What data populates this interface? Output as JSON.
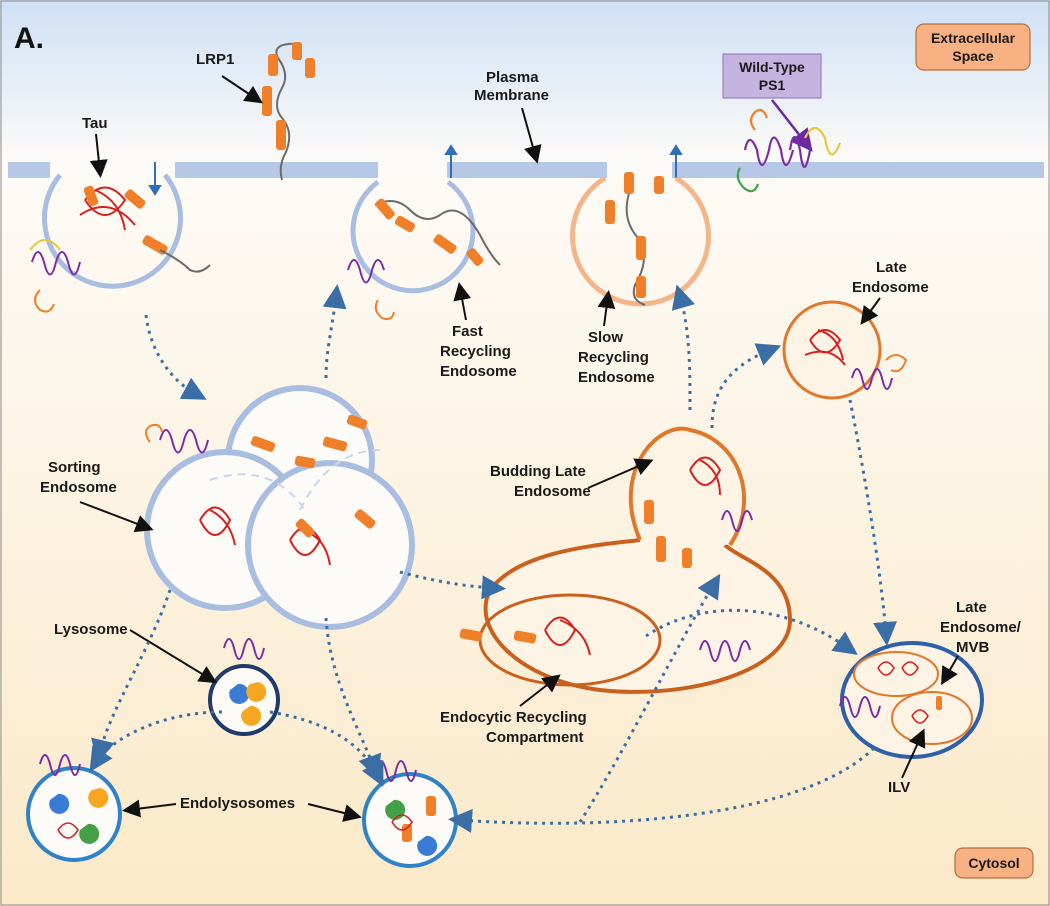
{
  "panel_label": "A.",
  "regions": {
    "extracellular": {
      "line1": "Extracellular",
      "line2": "Space"
    },
    "cytosol": "Cytosol"
  },
  "labels": {
    "lrp1": "LRP1",
    "tau": "Tau",
    "plasma_membrane": {
      "line1": "Plasma",
      "line2": "Membrane"
    },
    "wild_type_ps1": {
      "line1": "Wild-Type",
      "line2": "PS1"
    },
    "fast_recycling": {
      "line1": "Fast",
      "line2": "Recycling",
      "line3": "Endosome"
    },
    "slow_recycling": {
      "line1": "Slow",
      "line2": "Recycling",
      "line3": "Endosome"
    },
    "late_endosome": {
      "line1": "Late",
      "line2": "Endosome"
    },
    "sorting_endosome": {
      "line1": "Sorting",
      "line2": "Endosome"
    },
    "budding_late_endosome": {
      "line1": "Budding Late",
      "line2": "Endosome"
    },
    "late_endosome_mvb": {
      "line1": "Late",
      "line2": "Endosome/",
      "line3": "MVB"
    },
    "lysosome": "Lysosome",
    "endocytic_recycling": {
      "line1": "Endocytic Recycling",
      "line2": "Compartment"
    },
    "endolysosomes": "Endolysosomes",
    "ilv": "ILV"
  },
  "colors": {
    "membrane": "#b7c8e6",
    "early_vesicle": "#a9bde0",
    "slow_vesicle": "#f3b68a",
    "late_vesicle": "#e0782c",
    "mvb_vesicle": "#2f5fa8",
    "lysosome": "#1f3a6b",
    "tau": "#d62020",
    "lrp1_domain": "#f07f2a",
    "lrp1_linker": "#6b6b6b",
    "arrow_dotted": "#3a6ea5",
    "label_box": "#f7b183",
    "ps1_box": "#c5b3e0"
  }
}
